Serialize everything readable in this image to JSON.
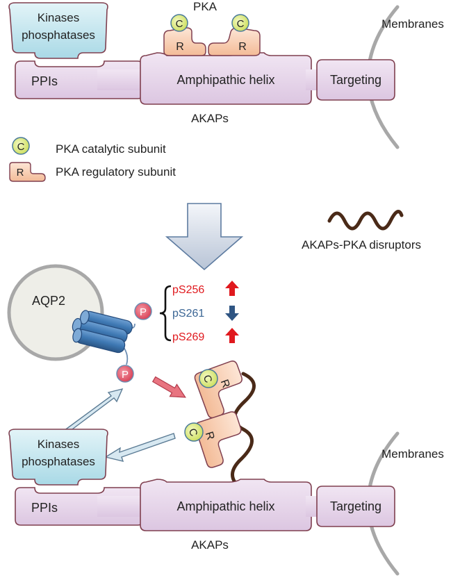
{
  "top": {
    "pka_label": "PKA",
    "c_letter": "C",
    "r_letter": "R",
    "kinases_line1": "Kinases",
    "kinases_line2": "phosphatases",
    "ppis": "PPIs",
    "helix": "Amphipathic helix",
    "targeting": "Targeting",
    "membranes": "Membranes",
    "akaps": "AKAPs"
  },
  "legend": {
    "c_letter": "C",
    "r_letter": "R",
    "catalytic": "PKA catalytic subunit",
    "regulatory": "PKA regulatory subunit"
  },
  "disruptors": {
    "label": "AKAPs-PKA disruptors"
  },
  "aqp2": {
    "label": "AQP2",
    "p_letter": "P",
    "sites": [
      {
        "label": "pS256",
        "direction": "up",
        "color": "#e0191e"
      },
      {
        "label": "pS261",
        "direction": "down",
        "color": "#3a6594"
      },
      {
        "label": "pS269",
        "direction": "up",
        "color": "#e0191e"
      }
    ]
  },
  "bottom": {
    "c_letter": "C",
    "r_letter": "R",
    "kinases_line1": "Kinases",
    "kinases_line2": "phosphatases",
    "ppis": "PPIs",
    "helix": "Amphipathic helix",
    "targeting": "Targeting",
    "membranes": "Membranes",
    "akaps": "AKAPs"
  },
  "colors": {
    "akap_fill": "#e8d9ec",
    "akap_stroke": "#7f3f4f",
    "kinase_fill": "#cdeaf2",
    "pka_c_fill": "#e2ef8c",
    "pka_r_fill": "#f8d2b8",
    "p_fill": "#e86070",
    "aqp2_blue": "#3e78b3",
    "membrane": "#a8a8a8",
    "up_red": "#e0191e",
    "down_blue": "#2f5583",
    "disruptor": "#4a2a18"
  }
}
